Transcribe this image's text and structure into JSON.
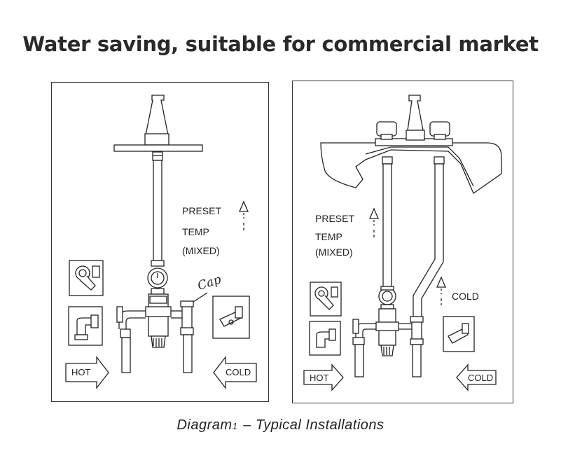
{
  "headline": "Water saving, suitable for commercial market",
  "left_panel": {
    "preset": "PRESET",
    "temp": "TEMP",
    "mixed": "(MIXED)",
    "cap": "Cap",
    "hot": "HOT",
    "cold": "COLD"
  },
  "right_panel": {
    "preset": "PRESET",
    "temp": "TEMP",
    "mixed": "(MIXED)",
    "cold_label": "COLD",
    "hot": "HOT",
    "cold": "COLD"
  },
  "caption": {
    "prefix": "Diagram",
    "number": "1",
    "text": "– Typical Installations"
  }
}
